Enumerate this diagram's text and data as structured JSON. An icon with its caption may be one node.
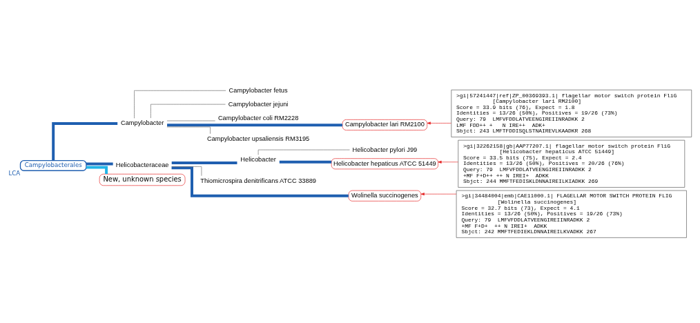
{
  "diagram": {
    "nodes": [
      {
        "text": [
          "Campylobacterales"
        ],
        "beside": [
          "LCA"
        ]
      },
      {
        "text": [
          "Campylobacter"
        ]
      },
      {
        "text": [
          "Campylobacter fetus"
        ]
      },
      {
        "text": [
          "Campylobacter jejuni"
        ]
      },
      {
        "text": [
          "Campylobacter coli RM2228"
        ]
      },
      {
        "text": [
          "Campylobacter lari RM2100"
        ]
      },
      {
        "text": [
          "Campylobacter upsaliensis RM3195"
        ]
      },
      {
        "text": [
          "Helicobacteraceae"
        ]
      },
      {
        "text": [
          "Helicobacter"
        ]
      },
      {
        "text": [
          "Helicobacter pylori J99"
        ]
      },
      {
        "text": [
          "Helicobacter hepaticus ATCC 51449"
        ]
      },
      {
        "text": [
          "Wolinella succinogenes"
        ]
      },
      {
        "text": [
          "Thiomicrospira denitrificans ATCC 33889"
        ]
      },
      {
        "text": [
          "New, unknown species"
        ]
      },
      {
        "text": [
          ">gi|57241447|ref|ZP_00369393.1| flagellar motor switch protein FliG [Campylobacter lari RM2100]",
          "Score = 33.9 bits (76), Expect = 1.8",
          "Identities = 13/26 (50%), Positives = 19/26 (73%)",
          "Query: 79  LMFVFDDLATVEENGIREIINRADKK 2",
          "LMF FDD++ +   N IRE++  ADK+",
          "Sbjct: 243 LMFTFDDISQLSTNAIREVLKAADKR 268"
        ]
      },
      {
        "text": [
          ">gi|32262158|gb|AAP77207.1| flagellar motor switch protein FliG [Helicobacter hepaticus ATCC 51449]",
          "Score = 33.5 bits (75), Expect = 2.4",
          "Identities = 13/26 (50%), Positives = 20/26 (76%)",
          "Query: 79  LMFVFDDLATVEENGIREIINRADKK 2",
          "+MF F+D++ ++ N IREI+  ADKK",
          "Sbjct: 244 MMFTFEDISKLDNNAIREILKIADKK 269"
        ]
      },
      {
        "text": [
          ">gi|34484004|emb|CAE11000.1| FLAGELLAR MOTOR SWITCH PROTEIN FLIG [Wolinella succinogenes]",
          "Score = 32.7 bits (73), Expect = 4.1",
          "Identities = 13/26 (50%), Positives = 19/26 (73%)",
          "Query: 79  LMFVFDDLATVEENGIREIINRADKK 2",
          "+MF F+D+  ++ N IREI+  ADKK",
          "Sbjct: 242 MMFTFEDIEKLDNNAIREILKVADKK 267"
        ]
      }
    ],
    "edges": [
      {
        "from": 0,
        "to": 1,
        "arrow": "none",
        "style": "thick",
        "color": "#1f5fb0"
      },
      {
        "from": 1,
        "to": 2,
        "arrow": "none"
      },
      {
        "from": 1,
        "to": 3,
        "arrow": "none"
      },
      {
        "from": 1,
        "to": 4,
        "arrow": "none"
      },
      {
        "from": 1,
        "to": 5,
        "arrow": "none",
        "style": "thick",
        "color": "#1f5fb0"
      },
      {
        "from": 1,
        "to": 6,
        "arrow": "none"
      },
      {
        "from": 0,
        "to": 7,
        "arrow": "none",
        "style": "thick",
        "color": "#1f5fb0"
      },
      {
        "from": 7,
        "to": 8,
        "arrow": "none",
        "style": "thick",
        "color": "#1f5fb0"
      },
      {
        "from": 8,
        "to": 9,
        "arrow": "none"
      },
      {
        "from": 8,
        "to": 10,
        "arrow": "none",
        "style": "thick",
        "color": "#1f5fb0"
      },
      {
        "from": 7,
        "to": 11,
        "arrow": "none",
        "style": "thick",
        "color": "#1f5fb0"
      },
      {
        "from": 7,
        "to": 12,
        "arrow": "none"
      },
      {
        "from": 0,
        "to": 13,
        "arrow": "none",
        "style": "thick",
        "color": "#22b5e8"
      },
      {
        "from": 14,
        "to": 5,
        "arrow": "to",
        "color": "#e52222"
      },
      {
        "from": 15,
        "to": 10,
        "arrow": "to",
        "color": "#e52222"
      },
      {
        "from": 16,
        "to": 11,
        "arrow": "to",
        "color": "#e52222"
      }
    ]
  }
}
